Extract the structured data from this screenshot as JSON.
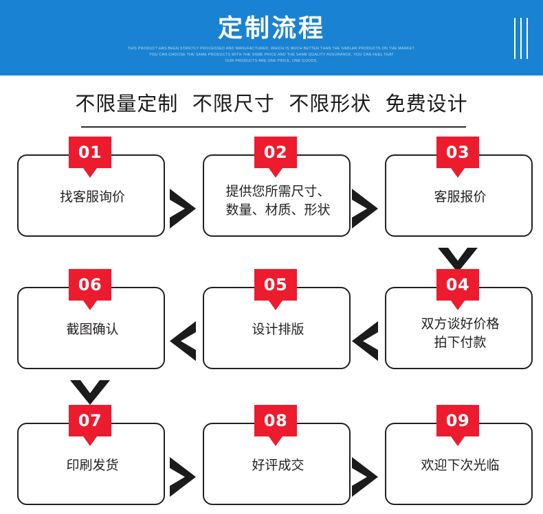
{
  "banner": {
    "title": "定制流程",
    "subtitle_lines": [
      "THIS PRODUCT HAS BEEN STRICTLY PROCESSED AND MANUFACTURED, WHICH IS MUCH BETTER THAN THE SIMILAR PRODUCTS ON THE MARKET.",
      "YOU CAN CHOOSE THE SAME PRODUCTS WITH THE SAME PRICE AND THE SAME QUALITY ASSURANCE. YOU CAN FEEL THAT",
      "OUR PRODUCTS ARE ONE PRICE, ONE GOODS."
    ],
    "background_color": "#1A82D2",
    "title_color": "#FFFFFF",
    "subtitle_color": "#BCD9F0",
    "decoration": "three-vertical-bars"
  },
  "tagline": {
    "text": "不限量定制  不限尺寸  不限形状  免费设计",
    "color": "#1A1A1A"
  },
  "flow": {
    "badge_color": "#ED1B2E",
    "box_border_color": "#231F20",
    "steps": [
      {
        "number": "01",
        "label": "找客服询价"
      },
      {
        "number": "02",
        "label": "提供您所需尺寸、\n数量、材质、形状"
      },
      {
        "number": "03",
        "label": "客服报价"
      },
      {
        "number": "04",
        "label": "双方谈好价格\n拍下付款"
      },
      {
        "number": "05",
        "label": "设计排版"
      },
      {
        "number": "06",
        "label": "截图确认"
      },
      {
        "number": "07",
        "label": "印刷发货"
      },
      {
        "number": "08",
        "label": "好评成交"
      },
      {
        "number": "09",
        "label": "欢迎下次光临"
      }
    ],
    "connectors": [
      {
        "name": "connector-01-to-02",
        "direction": "right"
      },
      {
        "name": "connector-02-to-03",
        "direction": "right"
      },
      {
        "name": "connector-03-to-04",
        "direction": "down"
      },
      {
        "name": "connector-04-to-05",
        "direction": "left"
      },
      {
        "name": "connector-05-to-06",
        "direction": "left"
      },
      {
        "name": "connector-06-to-07",
        "direction": "down"
      },
      {
        "name": "connector-07-to-08",
        "direction": "right"
      },
      {
        "name": "connector-08-to-09",
        "direction": "right"
      }
    ]
  }
}
